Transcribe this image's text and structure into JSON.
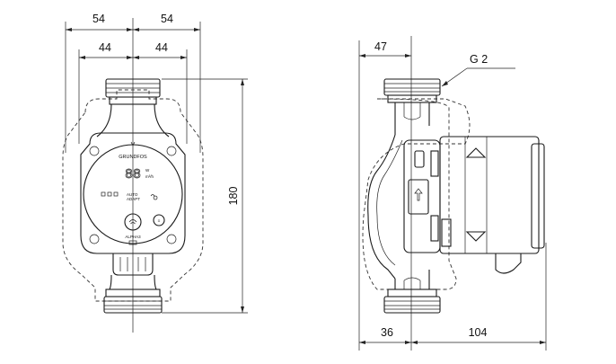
{
  "dimensions": {
    "front_half_outer_left": "54",
    "front_half_outer_right": "54",
    "front_half_inner_left": "44",
    "front_half_inner_right": "44",
    "front_height": "180",
    "side_top_offset": "47",
    "side_bottom_offset": "36",
    "side_depth": "104"
  },
  "thread_label": "G 2",
  "panel": {
    "brand": "GRUNDFOS",
    "display_digits": "88",
    "unit_power": "W",
    "unit_flow": "m³/h",
    "mode_label": "AUTO\nADAPT",
    "mode_label_line1": "AUTO",
    "mode_label_line2": "ADAPT",
    "model_label": "ALPHA3"
  },
  "colors": {
    "line": "#1a1a1a",
    "background": "#ffffff"
  }
}
